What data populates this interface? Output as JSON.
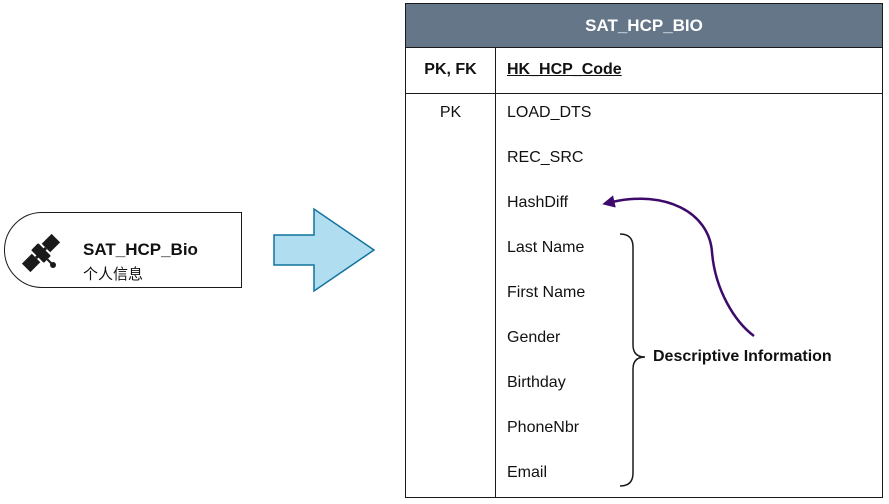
{
  "satellite_card": {
    "title": "SAT_HCP_Bio",
    "subtitle": "个人信息",
    "icon": "satellite-icon"
  },
  "arrow": {
    "icon": "right-arrow-icon",
    "fill_color": "#b1ddf0",
    "stroke_color": "#10739e"
  },
  "table": {
    "title": "SAT_HCP_BIO",
    "header_color": "#647687",
    "key_header": "PK, FK",
    "key_field": "HK_HCP_Code",
    "attributes": [
      {
        "key": "PK",
        "name": "LOAD_DTS"
      },
      {
        "key": "",
        "name": "REC_SRC"
      },
      {
        "key": "",
        "name": "HashDiff"
      },
      {
        "key": "",
        "name": "Last Name"
      },
      {
        "key": "",
        "name": "First Name"
      },
      {
        "key": "",
        "name": "Gender"
      },
      {
        "key": "",
        "name": "Birthday"
      },
      {
        "key": "",
        "name": "PhoneNbr"
      },
      {
        "key": "",
        "name": "Email"
      }
    ]
  },
  "annotation": {
    "label": "Descriptive Information",
    "arrow_color": "#3d0a6b"
  }
}
